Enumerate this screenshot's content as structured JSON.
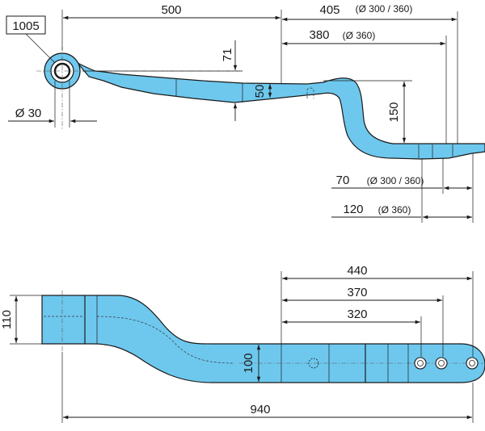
{
  "colors": {
    "part_fill": "#6ec8ee",
    "line": "#1a1a1a",
    "background": "#ffffff"
  },
  "top_view": {
    "part_number": "1005",
    "dims": {
      "length_500": "500",
      "dim_405": "405",
      "dim_405_note": "(Ø 300 / 360)",
      "dim_380": "380",
      "dim_380_note": "(Ø 360)",
      "dim_71": "71",
      "dim_50": "50",
      "dim_150": "150",
      "dim_70": "70",
      "dim_70_note": "(Ø 300 / 360)",
      "dim_120": "120",
      "dim_120_note": "(Ø 360)",
      "eye_diameter": "Ø 30"
    }
  },
  "bottom_view": {
    "dims": {
      "dim_440": "440",
      "dim_370": "370",
      "dim_320": "320",
      "dim_110": "110",
      "dim_100": "100",
      "dim_940": "940"
    }
  }
}
